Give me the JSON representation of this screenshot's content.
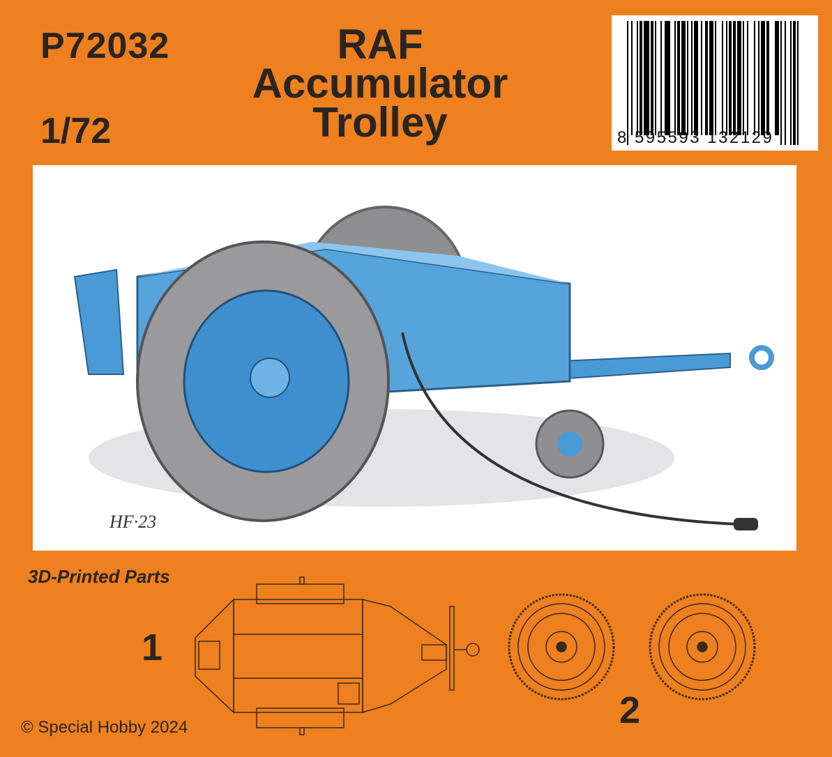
{
  "product": {
    "code": "P72032",
    "scale": "1/72",
    "title_lines": [
      "RAF",
      "Accumulator",
      "Trolley"
    ]
  },
  "barcode": {
    "digits": "8 595593 132129"
  },
  "illustration": {
    "subject": "trolley-illustration",
    "signature": "HF 23"
  },
  "parts": {
    "heading": "3D-Printed Parts",
    "part1_label": "1",
    "part2_label": "2"
  },
  "footer": {
    "copyright": "© Special Hobby 2024"
  },
  "colors": {
    "background": "#ee801f",
    "text": "#2a2521",
    "trolley": "#4a9ad6"
  }
}
